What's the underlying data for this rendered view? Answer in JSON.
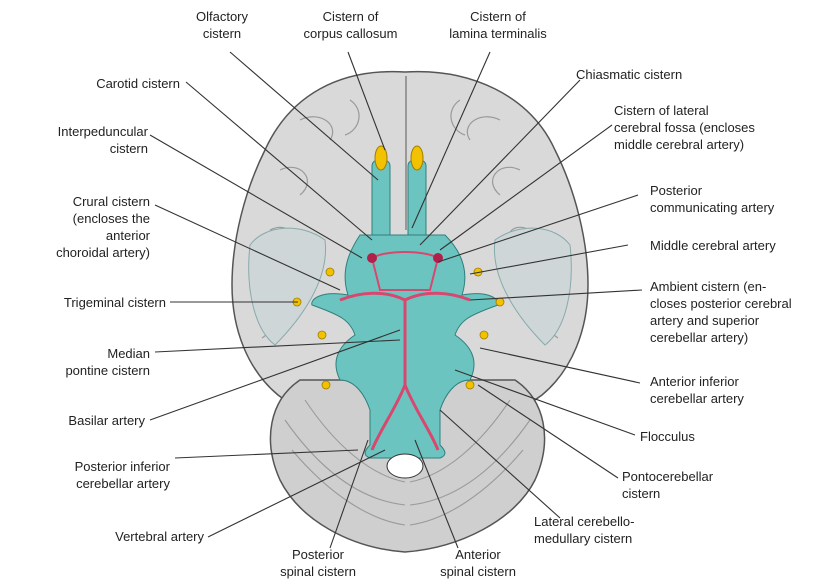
{
  "labels": {
    "olfactory_cistern": "Olfactory\ncistern",
    "cistern_corpus_callosum": "Cistern of\ncorpus callosum",
    "cistern_lamina_terminalis": "Cistern of\nlamina terminalis",
    "carotid_cistern": "Carotid cistern",
    "chiasmatic_cistern": "Chiasmatic cistern",
    "interpeduncular_cistern": "Interpeduncular\ncistern",
    "cistern_lateral_cerebral_fossa": "Cistern of lateral\ncerebral fossa (encloses\nmiddle cerebral artery)",
    "crural_cistern": "Crural cistern\n(encloses the\nanterior\nchoroidal artery)",
    "posterior_communicating_artery": "Posterior\ncommunicating artery",
    "middle_cerebral_artery": "Middle cerebral artery",
    "trigeminal_cistern": "Trigeminal cistern",
    "ambient_cistern": "Ambient cistern (en-\ncloses posterior cerebral\nartery and superior\ncerebellar artery)",
    "median_pontine_cistern": "Median\npontine cistern",
    "anterior_inferior_cerebellar_artery": "Anterior inferior\ncerebellar artery",
    "basilar_artery": "Basilar artery",
    "flocculus": "Flocculus",
    "posterior_inferior_cerebellar_artery": "Posterior inferior\ncerebellar artery",
    "pontocerebellar_cistern": "Pontocerebellar\ncistern",
    "vertebral_artery": "Vertebral artery",
    "lateral_cerebellomedullary_cistern": "Lateral cerebello-\nmedullary cistern",
    "posterior_spinal_cistern": "Posterior\nspinal cistern",
    "anterior_spinal_cistern": "Anterior\nspinal cistern"
  },
  "colors": {
    "brain": "#d9d9d9",
    "cerebellum": "#cfcfcf",
    "cistern": "#6cc4c0",
    "artery": "#d9466e",
    "olfactory_bulb": "#f2c200",
    "leader_line": "#333333"
  }
}
